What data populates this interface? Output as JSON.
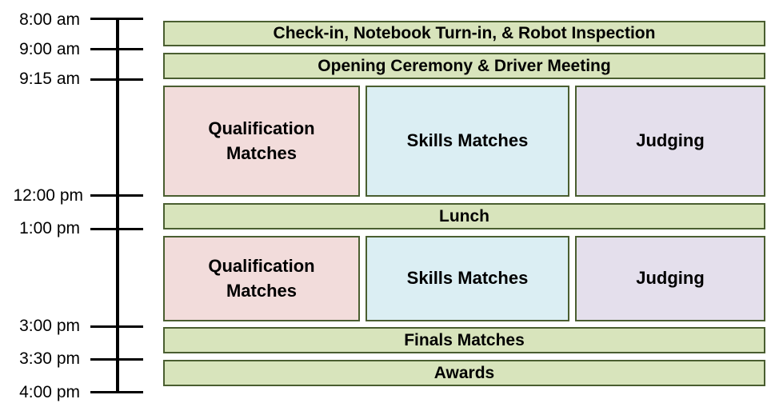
{
  "timeline": {
    "times": [
      "8:00 am",
      "9:00 am",
      "9:15 am",
      "12:00 pm",
      "1:00 pm",
      "3:00 pm",
      "3:30 pm",
      "4:00 pm"
    ]
  },
  "blocks": {
    "checkin": "Check-in, Notebook Turn-in, & Robot Inspection",
    "opening": "Opening Ceremony & Driver Meeting",
    "morning_qualification": "Qualification\nMatches",
    "morning_skills": "Skills Matches",
    "morning_judging": "Judging",
    "lunch": "Lunch",
    "afternoon_qualification": "Qualification\nMatches",
    "afternoon_skills": "Skills Matches",
    "afternoon_judging": "Judging",
    "finals": "Finals Matches",
    "awards": "Awards"
  },
  "colors": {
    "schedule_bar": "#d8e4bc",
    "qualification": "#f2dcdb",
    "skills": "#dbeef3",
    "judging": "#e4dfec",
    "border": "#4a5e30"
  }
}
